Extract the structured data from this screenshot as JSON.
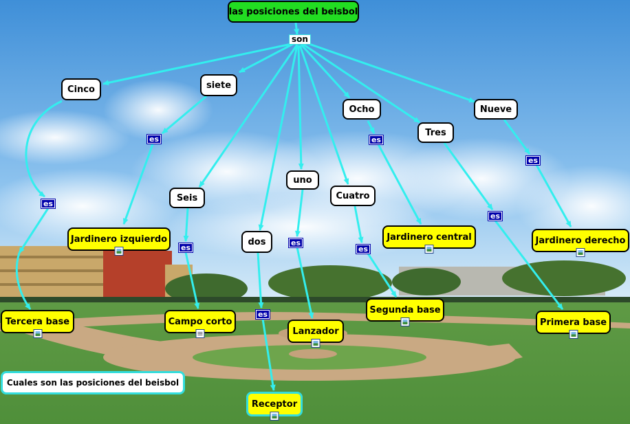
{
  "title": "las posiciones del beisbol",
  "root_link": "son",
  "numbers": {
    "cinco": "Cinco",
    "siete": "siete",
    "ocho": "Ocho",
    "nueve": "Nueve",
    "tres": "Tres",
    "seis": "Seis",
    "uno": "uno",
    "cuatro": "Cuatro",
    "dos": "dos"
  },
  "link_label": "es",
  "positions": {
    "jardinero_izquierdo": "Jardinero izquierdo",
    "jardinero_central": "Jardinero central",
    "jardinero_derecho": "Jardinero derecho",
    "tercera_base": "Tercera base",
    "campo_corto": "Campo corto",
    "segunda_base": "Segunda base",
    "primera_base": "Primera base",
    "lanzador": "Lanzador",
    "receptor": "Receptor"
  },
  "question": "Cuales son las posiciones del beisbol",
  "colors": {
    "edge": "#33eeee",
    "root": "#22dd22",
    "position": "#ffff00",
    "link_badge": "#0000aa"
  }
}
